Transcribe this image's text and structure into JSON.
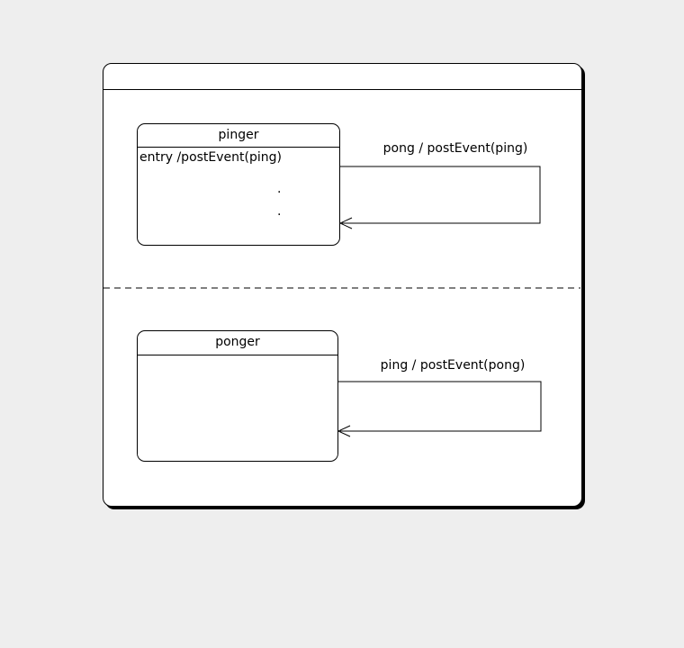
{
  "diagram": {
    "frame_title": "",
    "regions": [
      {
        "state": {
          "title": "pinger",
          "internal_behavior": "entry /postEvent(ping)",
          "ellipsis": [
            ".",
            "."
          ]
        },
        "self_transition_label": "pong / postEvent(ping)"
      },
      {
        "state": {
          "title": "ponger",
          "internal_behavior": "",
          "ellipsis": []
        },
        "self_transition_label": "ping / postEvent(pong)"
      }
    ],
    "colors": {
      "background": "#eeeeee",
      "fill": "#ffffff",
      "line": "#000000",
      "shadow": "#000000"
    }
  }
}
